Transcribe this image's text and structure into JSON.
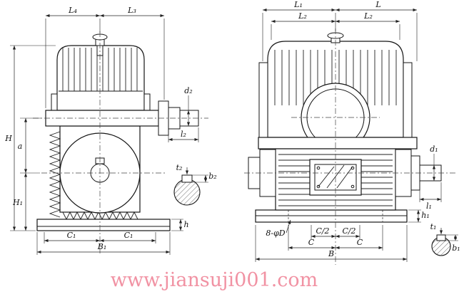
{
  "labels": {
    "left": {
      "L4": "L₄",
      "L3": "L₃",
      "H": "H",
      "a": "a",
      "H1": "H₁",
      "C1a": "C₁",
      "C1b": "C₁",
      "B1": "B₁",
      "h": "h",
      "d2": "d₂",
      "l2": "l₂",
      "t2": "t₂",
      "b2": "b₂"
    },
    "right": {
      "L1": "L₁",
      "L": "L",
      "L2a": "L₂",
      "L2b": "L₂",
      "d1": "d₁",
      "l1": "l₁",
      "holes": "8-φD",
      "C2a": "C/2",
      "C2b": "C/2",
      "Ca": "C",
      "Cb": "C",
      "B": "B",
      "h1": "h₁",
      "t1": "t₁",
      "b1": "b₁"
    }
  },
  "watermark": {
    "text": "www.jiansuji001.com",
    "color": "#ef7f93"
  }
}
